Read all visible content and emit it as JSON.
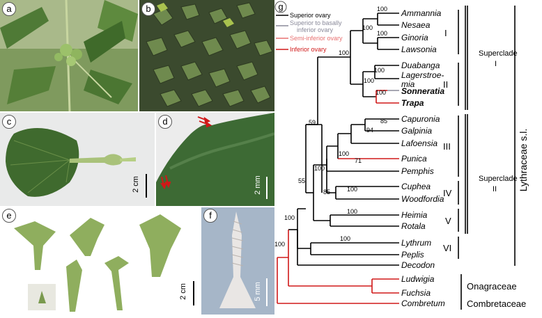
{
  "panels": {
    "a": {
      "label": "a"
    },
    "b": {
      "label": "b"
    },
    "c": {
      "label": "c",
      "scale": "2 cm"
    },
    "d": {
      "label": "d",
      "scale": "2 mm"
    },
    "e": {
      "label": "e",
      "scale": "2 cm"
    },
    "f": {
      "label": "f",
      "scale": "5 mm"
    },
    "g": {
      "label": "g"
    }
  },
  "legend": {
    "items": [
      {
        "text": "Superior ovary",
        "color": "#000000"
      },
      {
        "text": "Superior to basally",
        "text2": "inferior ovary",
        "color": "#8a8a9a"
      },
      {
        "text": "Semi-inferior ovary",
        "color": "#e87070"
      },
      {
        "text": "Inferior ovary",
        "color": "#d01818"
      }
    ]
  },
  "taxa": {
    "ammannia": "Ammannia",
    "nesaea": "Nesaea",
    "ginoria": "Ginoria",
    "lawsonia": "Lawsonia",
    "duabanga": "Duabanga",
    "lagerstroemia_1": "Lagerstroe-",
    "lagerstroemia_2": "mia",
    "sonneratia": "Sonneratia",
    "trapa": "Trapa",
    "capuronia": "Capuronia",
    "galpinia": "Galpinia",
    "lafoensia": "Lafoensia",
    "punica": "Punica",
    "pemphis": "Pemphis",
    "cuphea": "Cuphea",
    "woodfordia": "Woodfordia",
    "heimia": "Heimia",
    "rotala": "Rotala",
    "lythrum": "Lythrum",
    "peplis": "Peplis",
    "decodon": "Decodon",
    "ludwigia": "Ludwigia",
    "fuchsia": "Fuchsia",
    "combretum": "Combretum"
  },
  "support": {
    "n_ammannia_nesaea": "100",
    "n_ginoria_lawsonia": "100",
    "n_clade_I": "100",
    "n_superclade_I": "100",
    "n_duabanga_lager": "100",
    "n_sonn_trapa": "100",
    "n_clade_II": "100",
    "n_capu_galp": "85",
    "n_laf": "94",
    "n_punica": "71",
    "n_pemphis": "100",
    "n_cuphea": "100",
    "n_III_IV": "100",
    "n_heimia_rotala": "100",
    "n_III_V": "85",
    "n_superclade_II": "59",
    "n_lythrum_peplis": "100",
    "n_VI": "55",
    "n_decodon": "100",
    "n_onagraceae": "100"
  },
  "clades": {
    "I": "I",
    "II": "II",
    "III": "III",
    "IV": "IV",
    "V": "V",
    "VI": "VI",
    "superclade_I_1": "Superclade",
    "superclade_I_2": "I",
    "superclade_II_1": "Superclade",
    "superclade_II_2": "II",
    "lythraceae": "Lythraceae s.l.",
    "onagraceae": "Onagraceae",
    "combretaceae": "Combretaceae"
  }
}
